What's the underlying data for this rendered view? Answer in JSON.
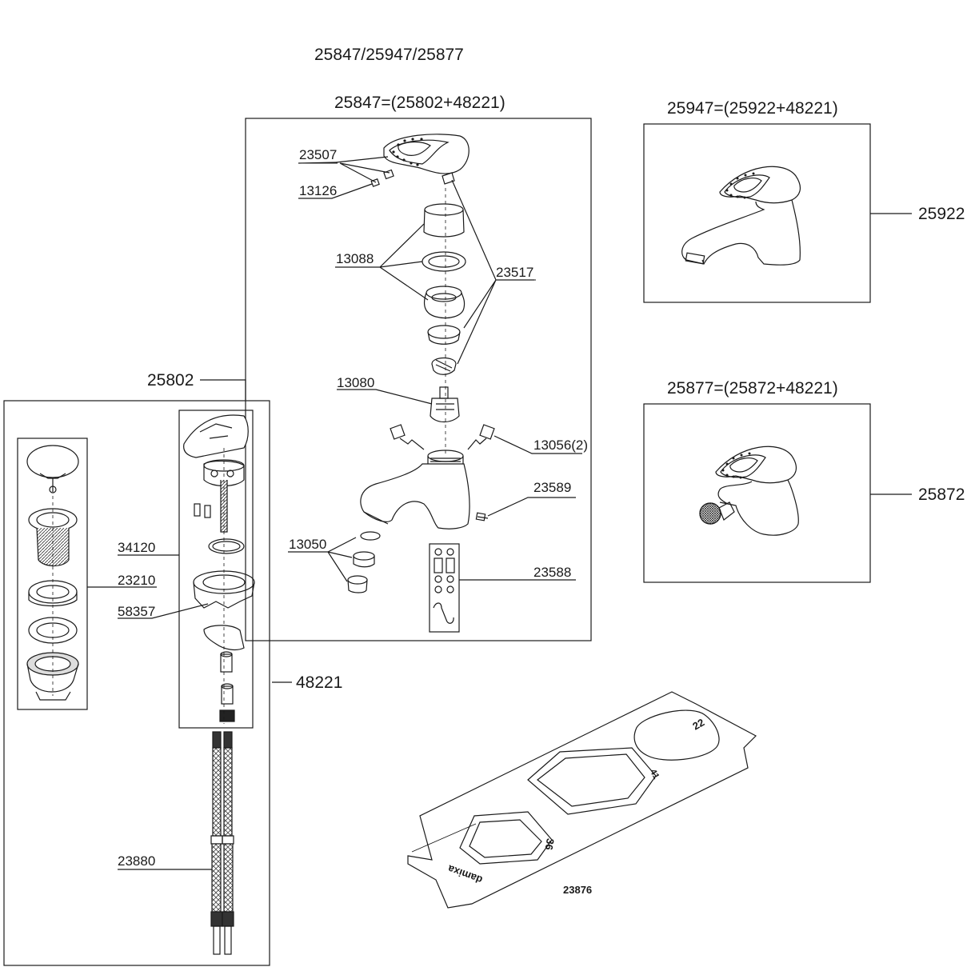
{
  "title": "25847/25947/25877",
  "assemblies": {
    "a25847": "25847=(25802+48221)",
    "a25947": "25947=(25922+48221)",
    "a25877": "25877=(25872+48221)"
  },
  "callouts": {
    "c25802": "25802",
    "c48221": "48221",
    "c25922": "25922",
    "c25872": "25872"
  },
  "parts": {
    "p23507": "23507",
    "p13126": "13126",
    "p13088": "13088",
    "p23517": "23517",
    "p13080": "13080",
    "p13056": "13056(2)",
    "p23589": "23589",
    "p13050": "13050",
    "p23588": "23588",
    "p34120": "34120",
    "p23210": "23210",
    "p58357": "58357",
    "p23880": "23880",
    "p23876": "23876"
  },
  "wrench_marks": {
    "m22": "22",
    "m41": "41",
    "m36": "36",
    "brand": "damixa"
  },
  "colors": {
    "line": "#1a1a1a",
    "background": "#ffffff"
  }
}
